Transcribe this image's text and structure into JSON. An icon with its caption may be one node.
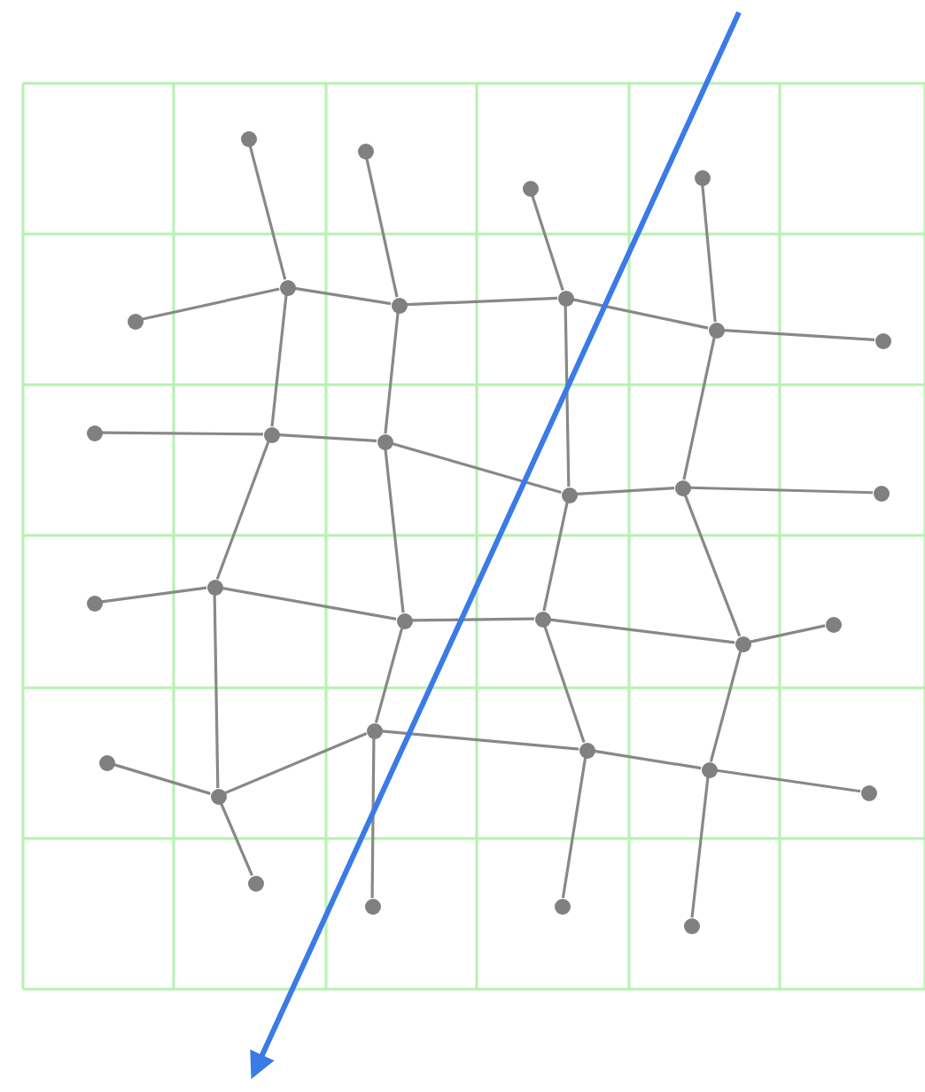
{
  "diagram": {
    "nodes": [
      {
        "text": [],
        "shape": "circle"
      },
      {
        "text": [],
        "shape": "circle"
      },
      {
        "text": [],
        "shape": "circle"
      },
      {
        "text": [],
        "shape": "circle"
      },
      {
        "text": [],
        "shape": "circle"
      },
      {
        "text": [],
        "shape": "circle"
      },
      {
        "text": [],
        "shape": "circle"
      },
      {
        "text": [],
        "shape": "circle"
      },
      {
        "text": [],
        "shape": "circle"
      },
      {
        "text": [],
        "shape": "circle"
      },
      {
        "text": [],
        "shape": "circle"
      },
      {
        "text": [],
        "shape": "circle"
      },
      {
        "text": [],
        "shape": "circle"
      },
      {
        "text": [],
        "shape": "circle"
      },
      {
        "text": [],
        "shape": "circle"
      },
      {
        "text": [],
        "shape": "circle"
      },
      {
        "text": [],
        "shape": "circle"
      },
      {
        "text": [],
        "shape": "circle"
      },
      {
        "text": [],
        "shape": "circle"
      },
      {
        "text": [],
        "shape": "circle"
      },
      {
        "text": [],
        "shape": "circle"
      },
      {
        "text": [],
        "shape": "circle"
      },
      {
        "text": [],
        "shape": "circle"
      },
      {
        "text": [],
        "shape": "circle"
      },
      {
        "text": [],
        "shape": "circle"
      },
      {
        "text": [],
        "shape": "circle"
      },
      {
        "text": [],
        "shape": "circle"
      },
      {
        "text": [],
        "shape": "circle"
      },
      {
        "text": [],
        "shape": "circle"
      },
      {
        "text": [],
        "shape": "circle"
      },
      {
        "text": [],
        "shape": "circle"
      },
      {
        "text": [],
        "shape": "circle"
      }
    ],
    "edges": [
      {
        "from": 0,
        "to": 5,
        "arrow": "none"
      },
      {
        "from": 1,
        "to": 6,
        "arrow": "none"
      },
      {
        "from": 2,
        "to": 7,
        "arrow": "none"
      },
      {
        "from": 3,
        "to": 8,
        "arrow": "none"
      },
      {
        "from": 4,
        "to": 5,
        "arrow": "none"
      },
      {
        "from": 5,
        "to": 6,
        "arrow": "none"
      },
      {
        "from": 6,
        "to": 7,
        "arrow": "none"
      },
      {
        "from": 7,
        "to": 8,
        "arrow": "none"
      },
      {
        "from": 8,
        "to": 9,
        "arrow": "none"
      },
      {
        "from": 5,
        "to": 11,
        "arrow": "none"
      },
      {
        "from": 6,
        "to": 12,
        "arrow": "none"
      },
      {
        "from": 7,
        "to": 13,
        "arrow": "none"
      },
      {
        "from": 8,
        "to": 14,
        "arrow": "none"
      },
      {
        "from": 10,
        "to": 11,
        "arrow": "none"
      },
      {
        "from": 11,
        "to": 12,
        "arrow": "none"
      },
      {
        "from": 12,
        "to": 13,
        "arrow": "none"
      },
      {
        "from": 13,
        "to": 14,
        "arrow": "none"
      },
      {
        "from": 14,
        "to": 15,
        "arrow": "none"
      },
      {
        "from": 11,
        "to": 17,
        "arrow": "none"
      },
      {
        "from": 12,
        "to": 18,
        "arrow": "none"
      },
      {
        "from": 13,
        "to": 19,
        "arrow": "none"
      },
      {
        "from": 14,
        "to": 20,
        "arrow": "none"
      },
      {
        "from": 16,
        "to": 17,
        "arrow": "none"
      },
      {
        "from": 17,
        "to": 18,
        "arrow": "none"
      },
      {
        "from": 18,
        "to": 19,
        "arrow": "none"
      },
      {
        "from": 19,
        "to": 20,
        "arrow": "none"
      },
      {
        "from": 20,
        "to": 21,
        "arrow": "none"
      },
      {
        "from": 17,
        "to": 23,
        "arrow": "none"
      },
      {
        "from": 18,
        "to": 24,
        "arrow": "none"
      },
      {
        "from": 19,
        "to": 25,
        "arrow": "none"
      },
      {
        "from": 20,
        "to": 26,
        "arrow": "none"
      },
      {
        "from": 22,
        "to": 23,
        "arrow": "none"
      },
      {
        "from": 23,
        "to": 24,
        "arrow": "none"
      },
      {
        "from": 24,
        "to": 25,
        "arrow": "none"
      },
      {
        "from": 25,
        "to": 26,
        "arrow": "none"
      },
      {
        "from": 26,
        "to": 27,
        "arrow": "none"
      },
      {
        "from": 23,
        "to": 28,
        "arrow": "none"
      },
      {
        "from": 24,
        "to": 29,
        "arrow": "none"
      },
      {
        "from": 25,
        "to": 30,
        "arrow": "none"
      },
      {
        "from": 26,
        "to": 31,
        "arrow": "none"
      }
    ]
  }
}
